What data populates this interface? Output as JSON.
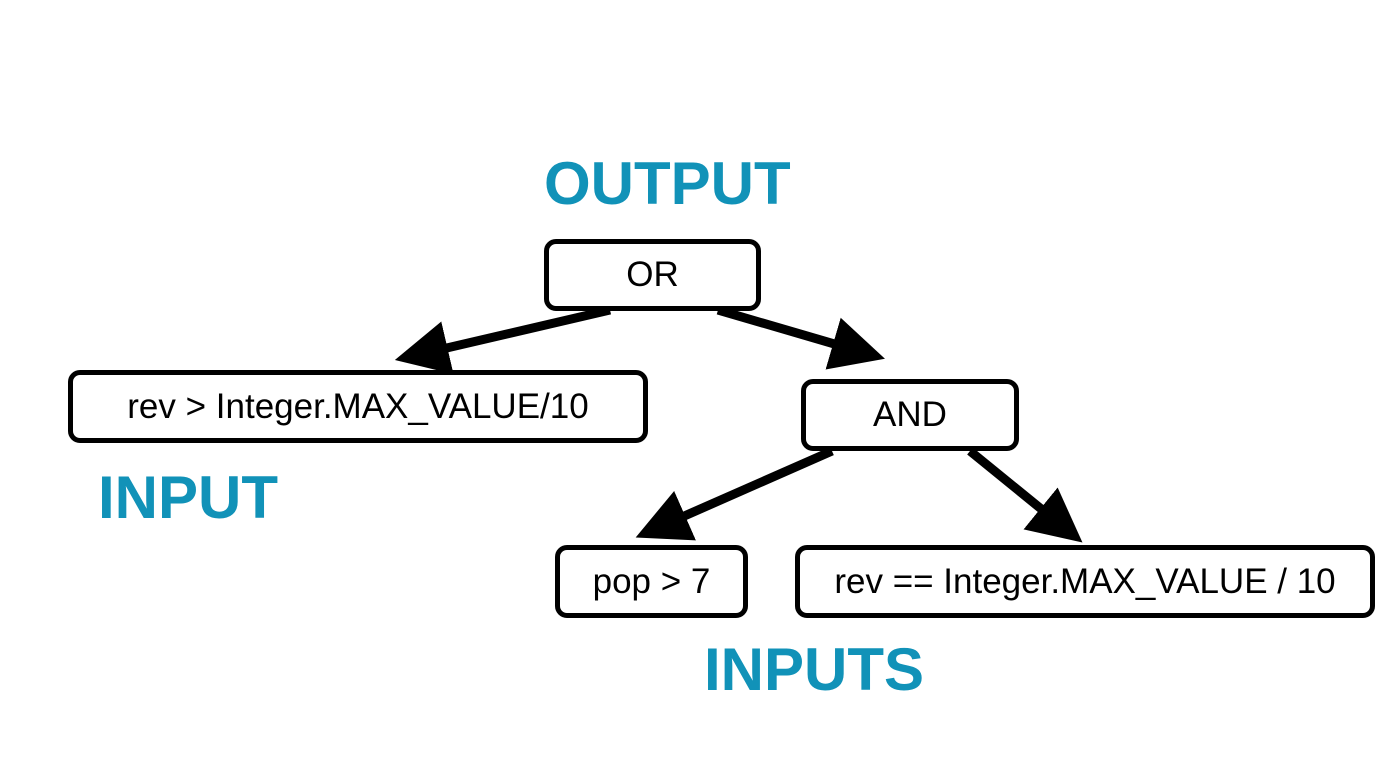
{
  "labels": {
    "output": "OUTPUT",
    "input": "INPUT",
    "inputs": "INPUTS"
  },
  "nodes": {
    "or": "OR",
    "and": "AND",
    "rev_gt": "rev > Integer.MAX_VALUE/10",
    "pop_gt": "pop > 7",
    "rev_eq": "rev == Integer.MAX_VALUE / 10"
  },
  "colors": {
    "label": "#1192b8",
    "stroke": "#000000"
  }
}
